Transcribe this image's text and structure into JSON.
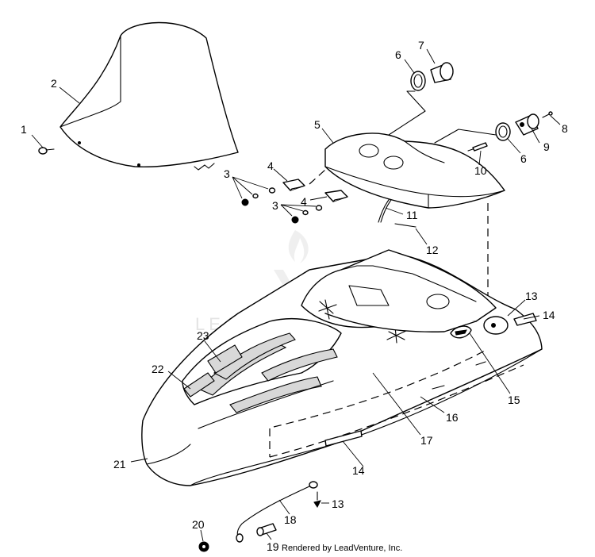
{
  "callouts": [
    {
      "id": "c1",
      "label": "1"
    },
    {
      "id": "c2",
      "label": "2"
    },
    {
      "id": "c3a",
      "label": "3"
    },
    {
      "id": "c3b",
      "label": "3"
    },
    {
      "id": "c4a",
      "label": "4"
    },
    {
      "id": "c4b",
      "label": "4"
    },
    {
      "id": "c5",
      "label": "5"
    },
    {
      "id": "c6a",
      "label": "6"
    },
    {
      "id": "c6b",
      "label": "6"
    },
    {
      "id": "c7",
      "label": "7"
    },
    {
      "id": "c8",
      "label": "8"
    },
    {
      "id": "c9",
      "label": "9"
    },
    {
      "id": "c10",
      "label": "10"
    },
    {
      "id": "c11",
      "label": "11"
    },
    {
      "id": "c12",
      "label": "12"
    },
    {
      "id": "c13a",
      "label": "13"
    },
    {
      "id": "c13b",
      "label": "13"
    },
    {
      "id": "c14a",
      "label": "14"
    },
    {
      "id": "c14b",
      "label": "14"
    },
    {
      "id": "c15",
      "label": "15"
    },
    {
      "id": "c16",
      "label": "16"
    },
    {
      "id": "c17",
      "label": "17"
    },
    {
      "id": "c18",
      "label": "18"
    },
    {
      "id": "c19",
      "label": "19"
    },
    {
      "id": "c20",
      "label": "20"
    },
    {
      "id": "c21",
      "label": "21"
    },
    {
      "id": "c22",
      "label": "22"
    },
    {
      "id": "c23",
      "label": "23"
    }
  ],
  "watermark": "LEADVENTURE",
  "credit": "Rendered by LeadVenture, Inc."
}
